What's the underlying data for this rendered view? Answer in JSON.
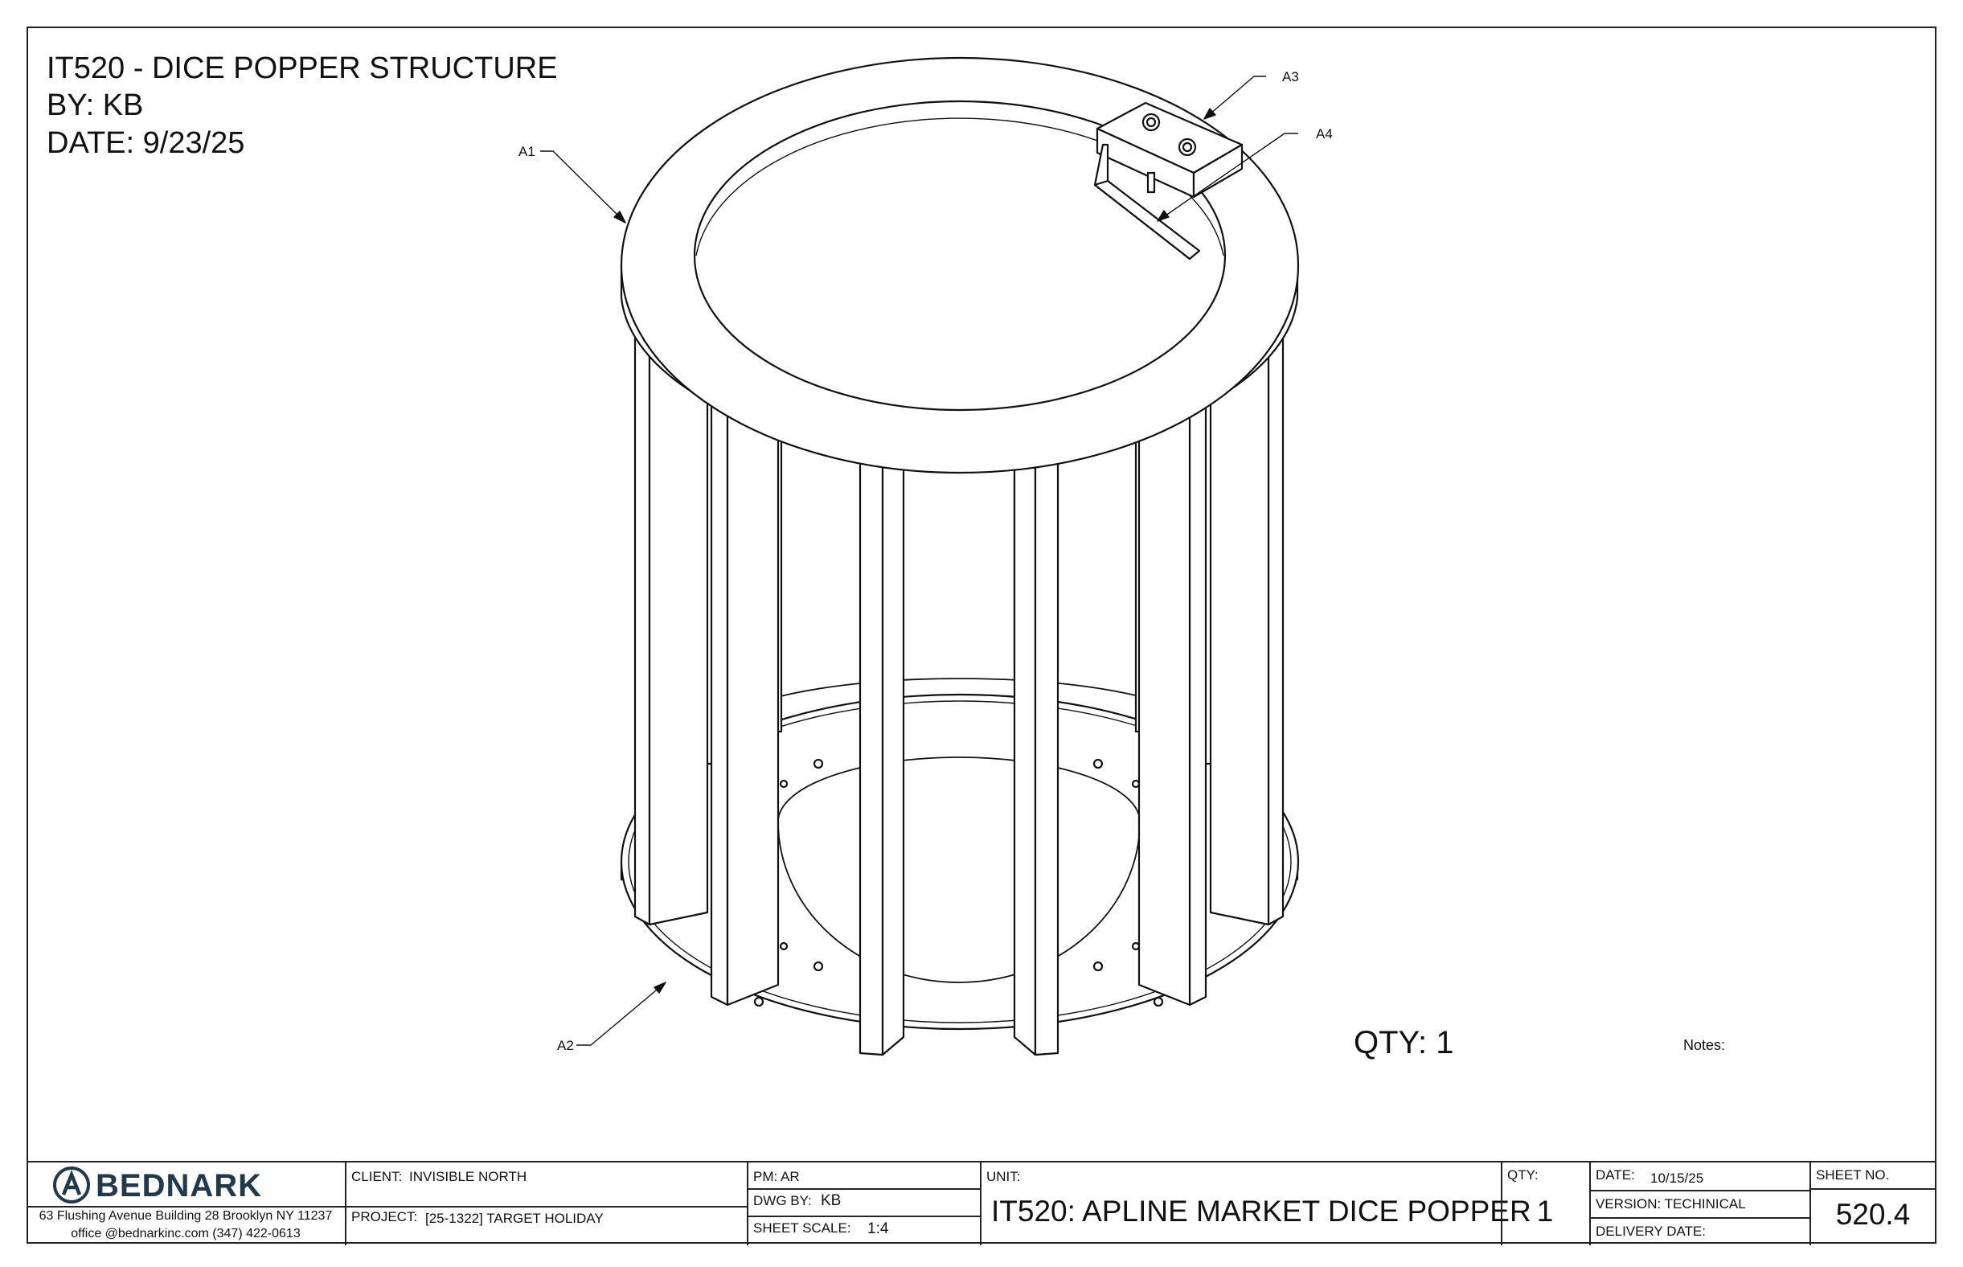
{
  "header": {
    "title": "IT520 - DICE POPPER STRUCTURE",
    "by": "BY: KB",
    "date": "DATE: 9/23/25"
  },
  "callouts": {
    "a1": "A1",
    "a2": "A2",
    "a3": "A3",
    "a4": "A4"
  },
  "qty_label": "QTY: 1",
  "notes_label": "Notes:",
  "title_block": {
    "logo_text": "BEDNARK",
    "address": "63 Flushing Avenue Building 28 Brooklyn NY 11237",
    "contact": "office @bednarkinc.com   (347) 422-0613",
    "client_label": "CLIENT:",
    "client_value": "INVISIBLE NORTH",
    "project_label": "PROJECT:",
    "project_value": "[25-1322] TARGET HOLIDAY",
    "pm": "PM: AR",
    "dwg_by_label": "DWG BY:",
    "dwg_by_value": "KB",
    "sheet_scale_label": "SHEET SCALE:",
    "sheet_scale_value": "1:4",
    "unit_label": "UNIT:",
    "unit_value": "IT520: APLINE MARKET DICE POPPER",
    "qty_label": "QTY:",
    "qty_value": "1",
    "date_label": "DATE:",
    "date_value": "10/15/25",
    "version": "VERSION: TECHINICAL",
    "delivery_date": "DELIVERY DATE:",
    "sheet_no_label": "SHEET NO.",
    "sheet_no_value": "520.4"
  },
  "colors": {
    "line": "#111111",
    "logo": "#1f3a4d"
  }
}
